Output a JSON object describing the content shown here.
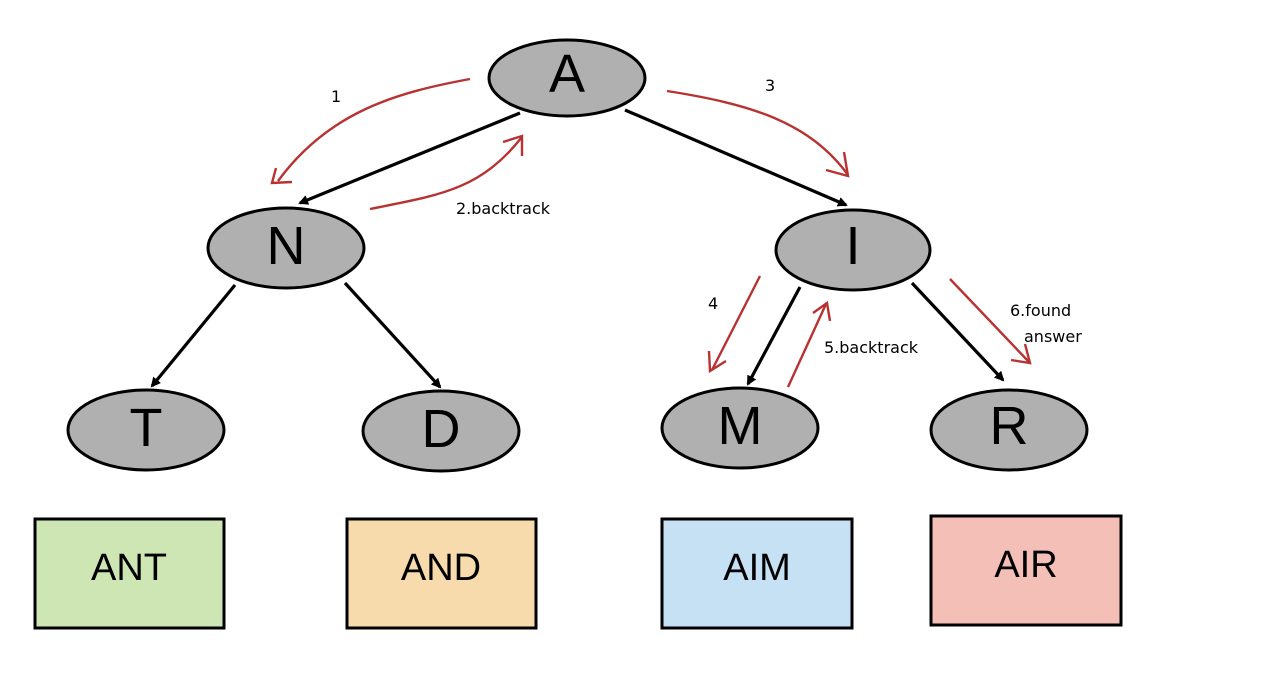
{
  "nodes": {
    "A": {
      "letter": "A"
    },
    "N": {
      "letter": "N"
    },
    "I": {
      "letter": "I"
    },
    "T": {
      "letter": "T"
    },
    "D": {
      "letter": "D"
    },
    "M": {
      "letter": "M"
    },
    "R": {
      "letter": "R"
    }
  },
  "steps": {
    "s1": "1",
    "s2": "2.backtrack",
    "s3": "3",
    "s4": "4",
    "s5": "5.backtrack",
    "s6_line1": "6.found",
    "s6_line2": "answer"
  },
  "words": {
    "ant": {
      "label": "ANT",
      "color": "#cde6b4"
    },
    "and": {
      "label": "AND",
      "color": "#f8dbac"
    },
    "aim": {
      "label": "AIM",
      "color": "#c6e0f4"
    },
    "air": {
      "label": "AIR",
      "color": "#f3bfb6"
    }
  },
  "colors": {
    "node_fill": "#b0b0b0",
    "traversal_arrow": "#b83232",
    "edge": "#000000"
  }
}
